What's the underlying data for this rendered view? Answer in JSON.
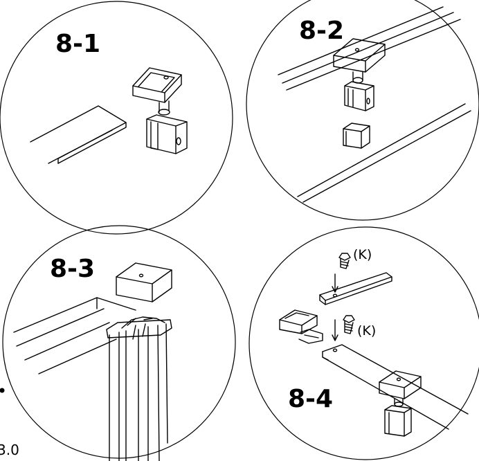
{
  "steps": {
    "s1": "8-1",
    "s2": "8-2",
    "s3": "8-3",
    "s4": "8-4"
  },
  "screw_labels": {
    "upper": "(K)",
    "lower": "(K)"
  },
  "corner_text": "3.0",
  "colors": {
    "stroke": "#000000",
    "background": "#ffffff"
  }
}
